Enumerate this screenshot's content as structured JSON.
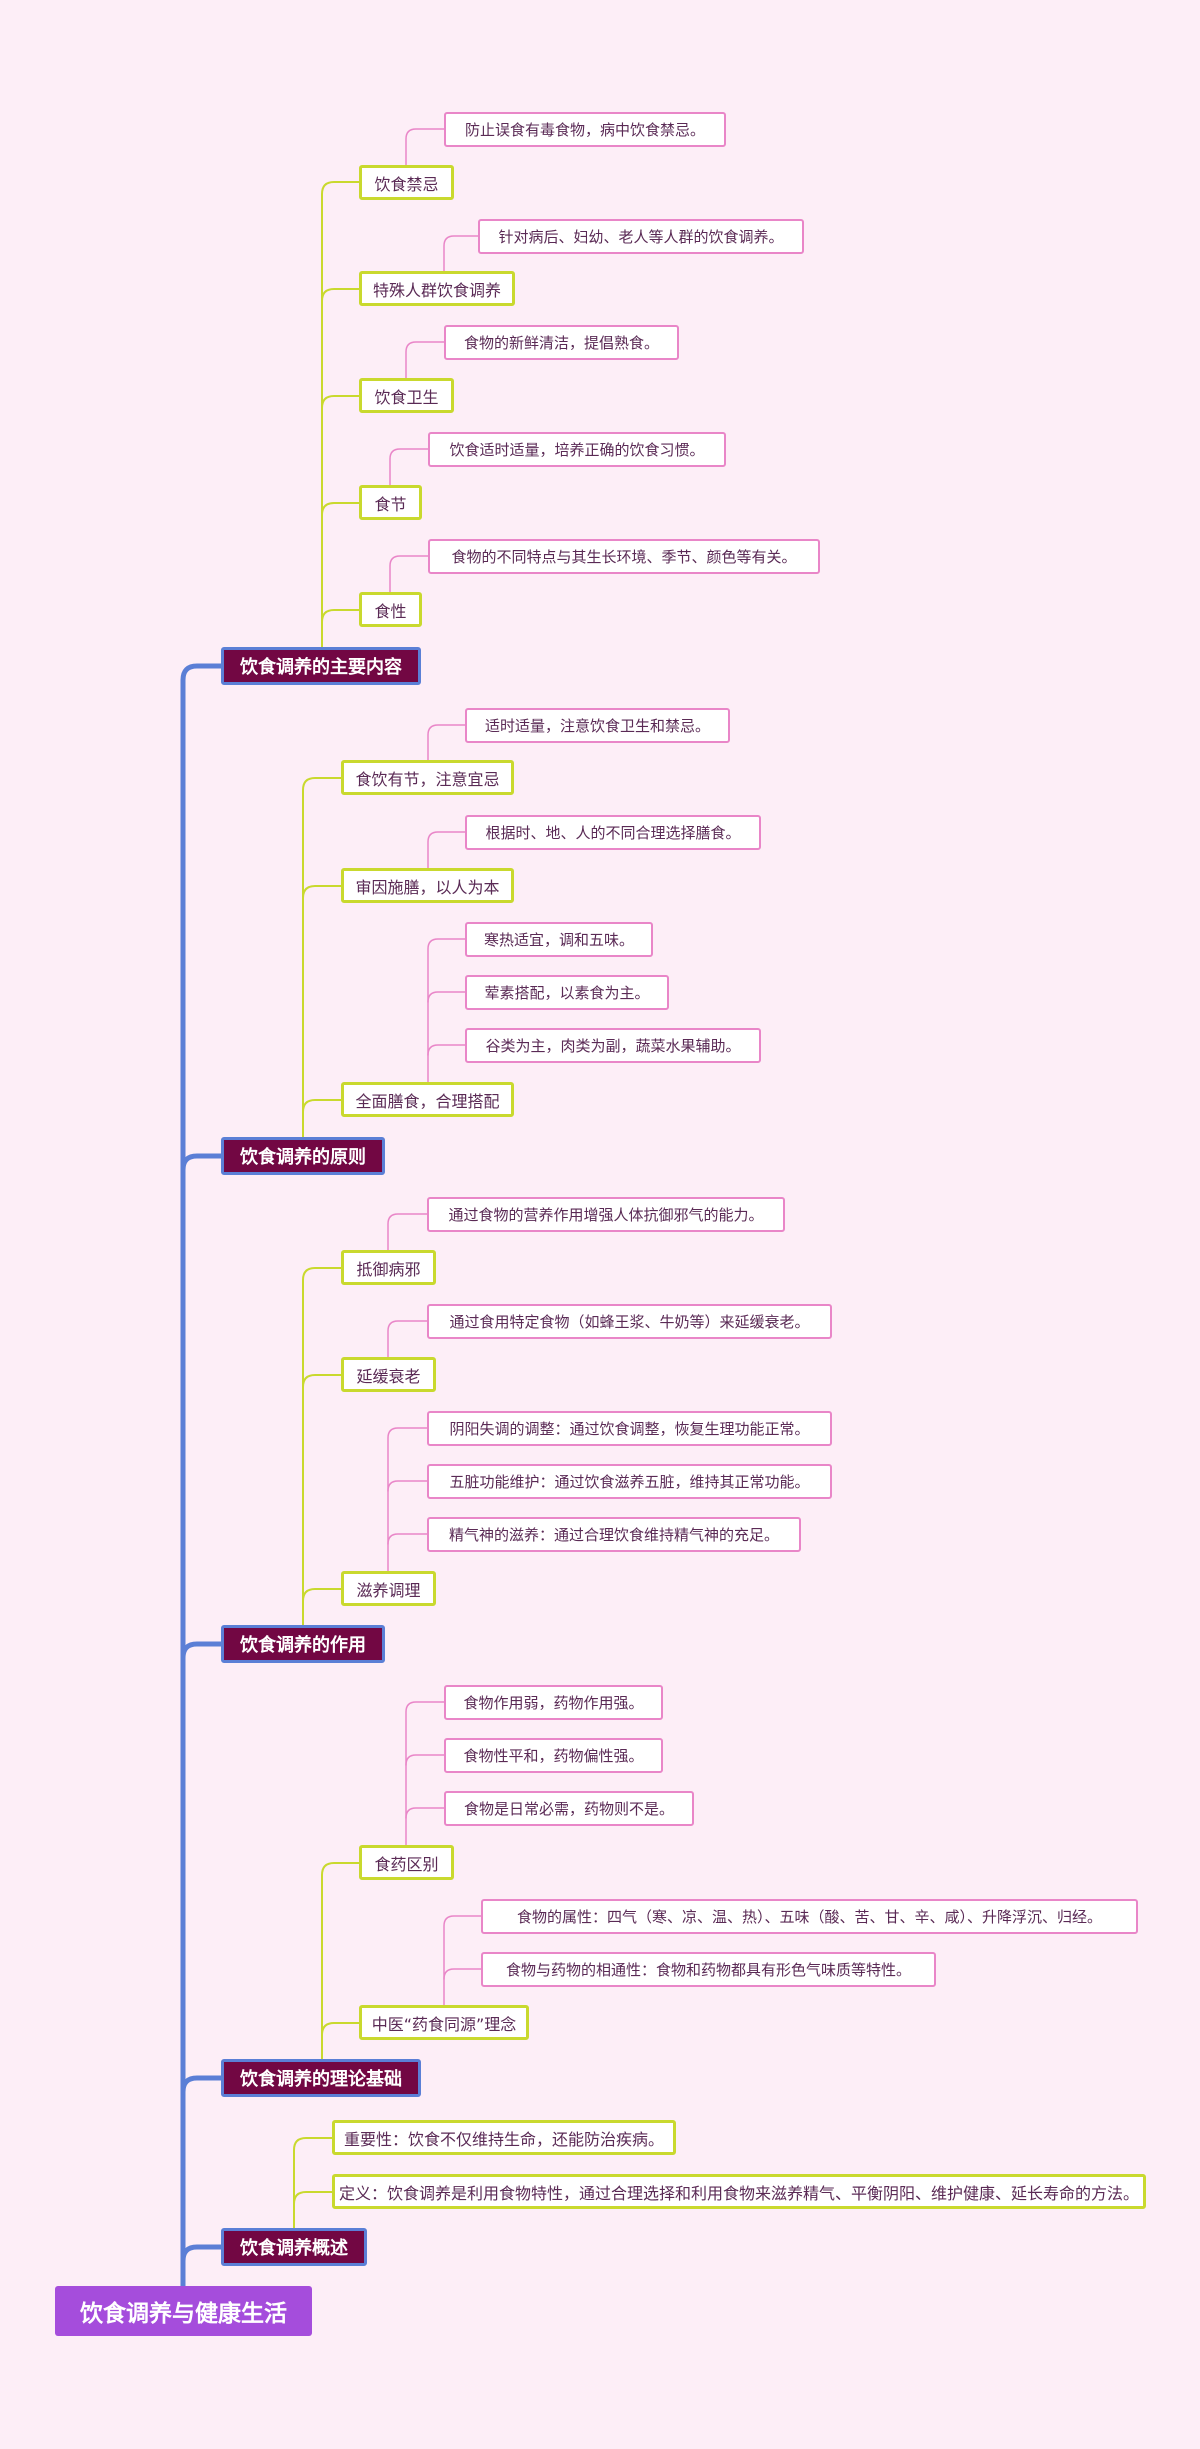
{
  "colors": {
    "background": "#fdeef7",
    "root_fill": "#a54ddc",
    "branch_fill": "#720743",
    "branch_line": "#5b7fd6",
    "sub_line": "#c9d92e",
    "leaf_line": "#e986c8"
  },
  "root": {
    "label": "饮食调养与健康生活"
  },
  "branches": [
    {
      "label": "饮食调养的主要内容",
      "children": [
        {
          "label": "饮食禁忌",
          "children": [
            {
              "label": "防止误食有毒食物，病中饮食禁忌。"
            }
          ]
        },
        {
          "label": "特殊人群饮食调养",
          "children": [
            {
              "label": "针对病后、妇幼、老人等人群的饮食调养。"
            }
          ]
        },
        {
          "label": "饮食卫生",
          "children": [
            {
              "label": "食物的新鲜清洁，提倡熟食。"
            }
          ]
        },
        {
          "label": "食节",
          "children": [
            {
              "label": "饮食适时适量，培养正确的饮食习惯。"
            }
          ]
        },
        {
          "label": "食性",
          "children": [
            {
              "label": "食物的不同特点与其生长环境、季节、颜色等有关。"
            }
          ]
        }
      ]
    },
    {
      "label": "饮食调养的原则",
      "children": [
        {
          "label": "食饮有节，注意宜忌",
          "children": [
            {
              "label": "适时适量，注意饮食卫生和禁忌。"
            }
          ]
        },
        {
          "label": "审因施膳，以人为本",
          "children": [
            {
              "label": "根据时、地、人的不同合理选择膳食。"
            }
          ]
        },
        {
          "label": "全面膳食，合理搭配",
          "children": [
            {
              "label": "寒热适宜，调和五味。"
            },
            {
              "label": "荤素搭配，以素食为主。"
            },
            {
              "label": "谷类为主，肉类为副，蔬菜水果辅助。"
            }
          ]
        }
      ]
    },
    {
      "label": "饮食调养的作用",
      "children": [
        {
          "label": "抵御病邪",
          "children": [
            {
              "label": "通过食物的营养作用增强人体抗御邪气的能力。"
            }
          ]
        },
        {
          "label": "延缓衰老",
          "children": [
            {
              "label": "通过食用特定食物（如蜂王浆、牛奶等）来延缓衰老。"
            }
          ]
        },
        {
          "label": "滋养调理",
          "children": [
            {
              "label": "阴阳失调的调整：通过饮食调整，恢复生理功能正常。"
            },
            {
              "label": "五脏功能维护：通过饮食滋养五脏，维持其正常功能。"
            },
            {
              "label": "精气神的滋养：通过合理饮食维持精气神的充足。"
            }
          ]
        }
      ]
    },
    {
      "label": "饮食调养的理论基础",
      "children": [
        {
          "label": "食药区别",
          "children": [
            {
              "label": "食物作用弱，药物作用强。"
            },
            {
              "label": "食物性平和，药物偏性强。"
            },
            {
              "label": "食物是日常必需，药物则不是。"
            }
          ]
        },
        {
          "label": "中医“药食同源”理念",
          "children": [
            {
              "label": "食物的属性：四气（寒、凉、温、热）、五味（酸、苦、甘、辛、咸）、升降浮沉、归经。"
            },
            {
              "label": "食物与药物的相通性：食物和药物都具有形色气味质等特性。"
            }
          ]
        }
      ]
    },
    {
      "label": "饮食调养概述",
      "children": [
        {
          "label": "重要性：饮食不仅维持生命，还能防治疾病。"
        },
        {
          "label": "定义：饮食调养是利用食物特性，通过合理选择和利用食物来滋养精气、平衡阴阳、维护健康、延长寿命的方法。"
        }
      ]
    }
  ]
}
